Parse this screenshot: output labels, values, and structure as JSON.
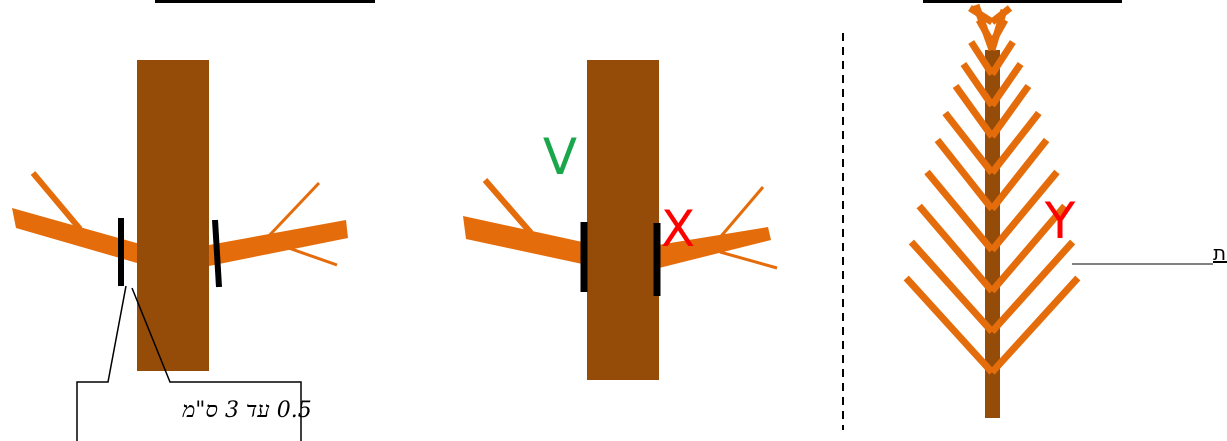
{
  "callout": {
    "text": "0.5  עד 3 ס\"מ"
  },
  "marks": {
    "correct": "V",
    "wrong": "X",
    "partial": "Y"
  },
  "labels": {
    "tree_shape": "צורה צריפית"
  },
  "colors": {
    "trunk": "#954c08",
    "branch": "#e46c0a",
    "cut": "#000000",
    "correct": "#1aa64a",
    "wrong": "#ff0000"
  }
}
